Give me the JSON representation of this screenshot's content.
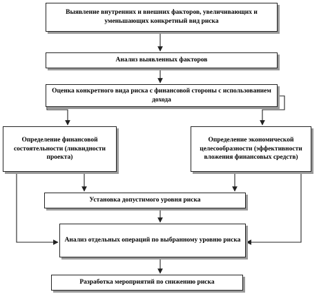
{
  "nodes": {
    "n1": "Выявление внутренних и внешних факторов, увеличивающих и уменьшающих конкретный вид риска",
    "n2": "Анализ выявленных факторов",
    "n3": "Оценка конкретного вида риска с финансовой стороны с использованием дохода",
    "n4": "Определение финансовой состоятельности (ликвидности проекта)",
    "n5": "Определение экономической целесообразности (эффективности вложения финансовых средств)",
    "n6": "Установка допустимого уровня риска",
    "n7": "Анализ отдельных операций по выбранному уровню риска",
    "n8": "Разработка мероприятий по снижению риска"
  },
  "edges": [
    {
      "from": "n1",
      "to": "n2"
    },
    {
      "from": "n2",
      "to": "n3"
    },
    {
      "from": "n3",
      "to": "n4"
    },
    {
      "from": "n3",
      "to": "n5"
    },
    {
      "from": "n4",
      "to": "n6"
    },
    {
      "from": "n5",
      "to": "n6"
    },
    {
      "from": "n4",
      "to": "n7"
    },
    {
      "from": "n5",
      "to": "n7"
    },
    {
      "from": "n6",
      "to": "n7"
    },
    {
      "from": "n7",
      "to": "n8"
    }
  ]
}
